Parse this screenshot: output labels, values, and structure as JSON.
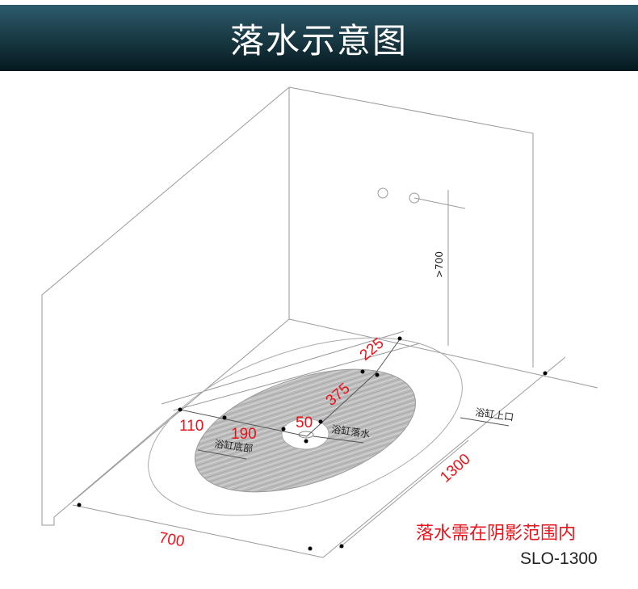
{
  "header": {
    "title": "落水示意图"
  },
  "diagram": {
    "wall_height_label": ">700",
    "dimensions": {
      "d225": "225",
      "d375": "375",
      "d110": "110",
      "d190": "190",
      "d50": "50",
      "d700": "700",
      "d1300": "1300"
    },
    "labels": {
      "tub_rim": "浴缸上口",
      "tub_drain": "浴缸落水",
      "tub_bottom": "浴缸底部"
    }
  },
  "note": "落水需在阴影范围内",
  "model": "SLO-1300",
  "colors": {
    "accent": "#e8141c",
    "header_top": "#2d5b6b",
    "header_bottom": "#05191f"
  }
}
